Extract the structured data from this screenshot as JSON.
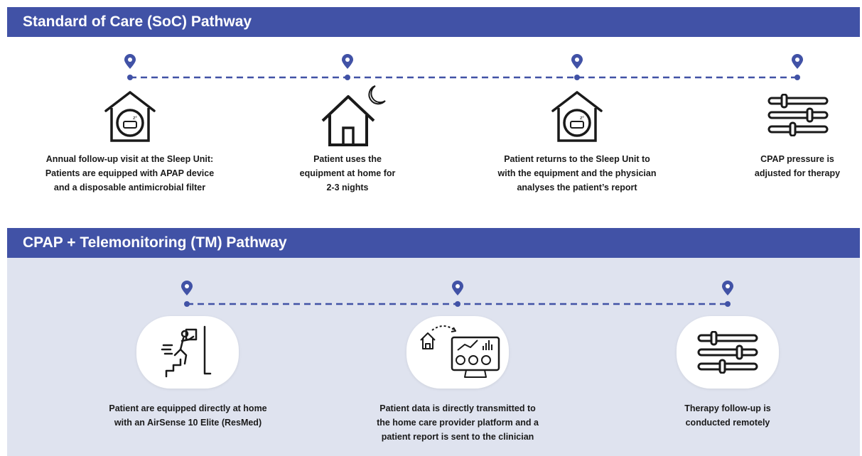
{
  "soc": {
    "title": "Standard of Care (SoC) Pathway",
    "steps": [
      {
        "icon": "sleep-unit-icon",
        "line1": "Annual follow-up visit at the Sleep Unit:",
        "line2": "Patients are equipped with APAP device",
        "line3": "and a disposable antimicrobial filter"
      },
      {
        "icon": "home-night-icon",
        "line1": "Patient uses the",
        "line2": "equipment at home for",
        "line3": "2-3 nights"
      },
      {
        "icon": "sleep-unit-icon",
        "line1": "Patient returns to the Sleep Unit to",
        "line2": "with the equipment and the physician",
        "line3": "analyses the patient’s report"
      },
      {
        "icon": "sliders-icon",
        "line1": "CPAP pressure is",
        "line2": "adjusted for therapy"
      }
    ]
  },
  "tm": {
    "title": "CPAP + Telemonitoring (TM) Pathway",
    "steps": [
      {
        "icon": "delivery-icon",
        "line1": "Patient are equipped directly at home",
        "line2": "with an AirSense 10 Elite (ResMed)"
      },
      {
        "icon": "data-transmission-icon",
        "line1": "Patient data is directly transmitted to",
        "line2": "the home care provider platform and a",
        "line3": "patient report is sent to the clinician"
      },
      {
        "icon": "sliders-icon",
        "line1": "Therapy follow-up is",
        "line2": "conducted remotely"
      }
    ]
  },
  "colors": {
    "accent": "#4152a6",
    "panel": "#dfe3ef",
    "ink": "#1a1a1a"
  }
}
